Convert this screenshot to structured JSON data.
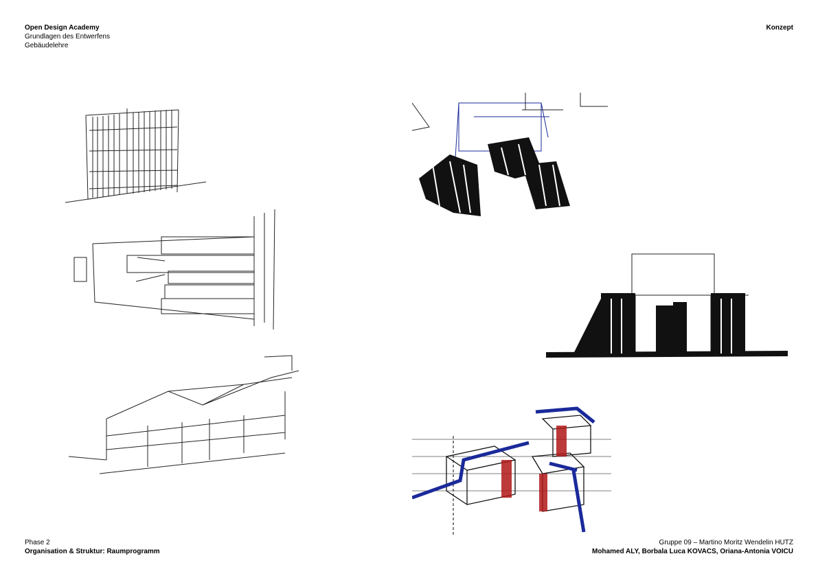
{
  "header": {
    "institution": "Open Design Academy",
    "course": "Grundlagen des Entwerfens",
    "subject": "Gebäudelehre",
    "section": "Konzept"
  },
  "footer": {
    "phase": "Phase 2",
    "topic": "Organisation & Struktur: Raumprogramm",
    "group": "Gruppe 09 – Martino Moritz Wendelin HUTZ",
    "members": "Mohamed ALY, Borbala Luca KOVACS, Oriana-Antonia VOICU"
  },
  "colors": {
    "ink": "#111111",
    "blue": "#1a2a9a",
    "red": "#b01818"
  }
}
